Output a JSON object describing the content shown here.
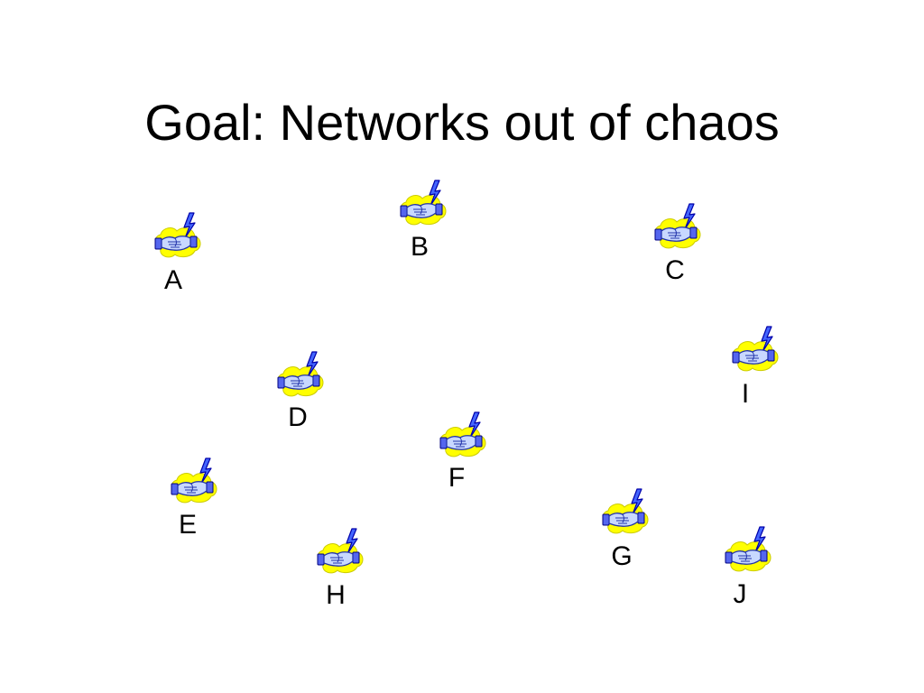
{
  "title": "Goal: Networks out of chaos",
  "icon": {
    "name": "handshake-lightning-icon",
    "colors": {
      "blob": "#ffff00",
      "hand": "#3333cc",
      "hand_fill": "#c8d8ff",
      "bolt": "#0000ff",
      "outline": "#000080"
    }
  },
  "nodes": [
    {
      "id": "a",
      "label": "A"
    },
    {
      "id": "b",
      "label": "B"
    },
    {
      "id": "c",
      "label": "C"
    },
    {
      "id": "d",
      "label": "D"
    },
    {
      "id": "e",
      "label": "E"
    },
    {
      "id": "f",
      "label": "F"
    },
    {
      "id": "g",
      "label": "G"
    },
    {
      "id": "h",
      "label": "H"
    },
    {
      "id": "i",
      "label": "I"
    },
    {
      "id": "j",
      "label": "J"
    }
  ]
}
